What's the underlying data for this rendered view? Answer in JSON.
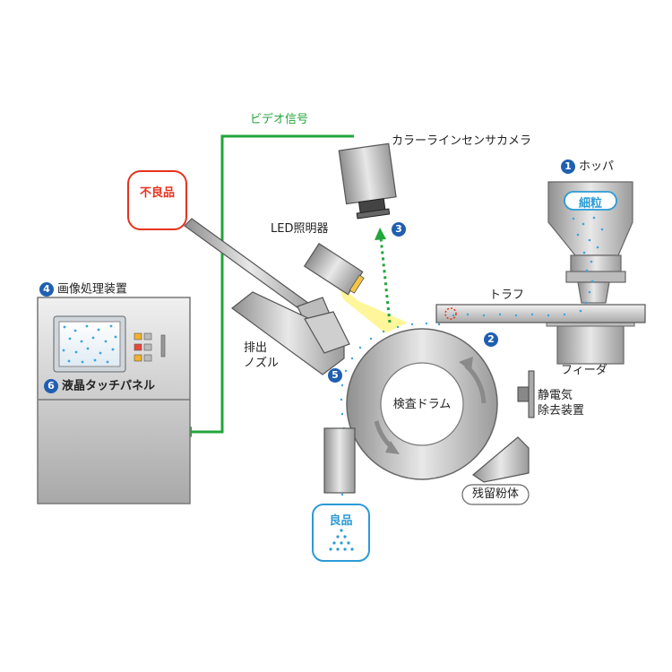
{
  "labels": {
    "video_signal": "ビデオ信号",
    "camera": "カラーラインセンサカメラ",
    "hopper": "ホッパ",
    "fine_particles": "細粒",
    "led_light": "LED照明器",
    "reject": "不良品",
    "image_processor": "画像処理装置",
    "lcd_panel": "液晶タッチパネル",
    "trough": "トラフ",
    "feeder": "フィーダ",
    "eject_nozzle_line1": "排出",
    "eject_nozzle_line2": "ノズル",
    "inspection_drum": "検査ドラム",
    "static_line1": "静電気",
    "static_line2": "除去装置",
    "residual_powder": "残留粉体",
    "good": "良品"
  },
  "markers": {
    "hopper": "1",
    "trough": "2",
    "camera": "3",
    "image_processor": "4",
    "nozzle": "5",
    "lcd_panel": "6"
  },
  "colors": {
    "signal_line": "#22a53a",
    "reject": "#e5331e",
    "good": "#2a9bd6",
    "marker": "#1f5fb0",
    "particles": "#3aa5e0"
  }
}
